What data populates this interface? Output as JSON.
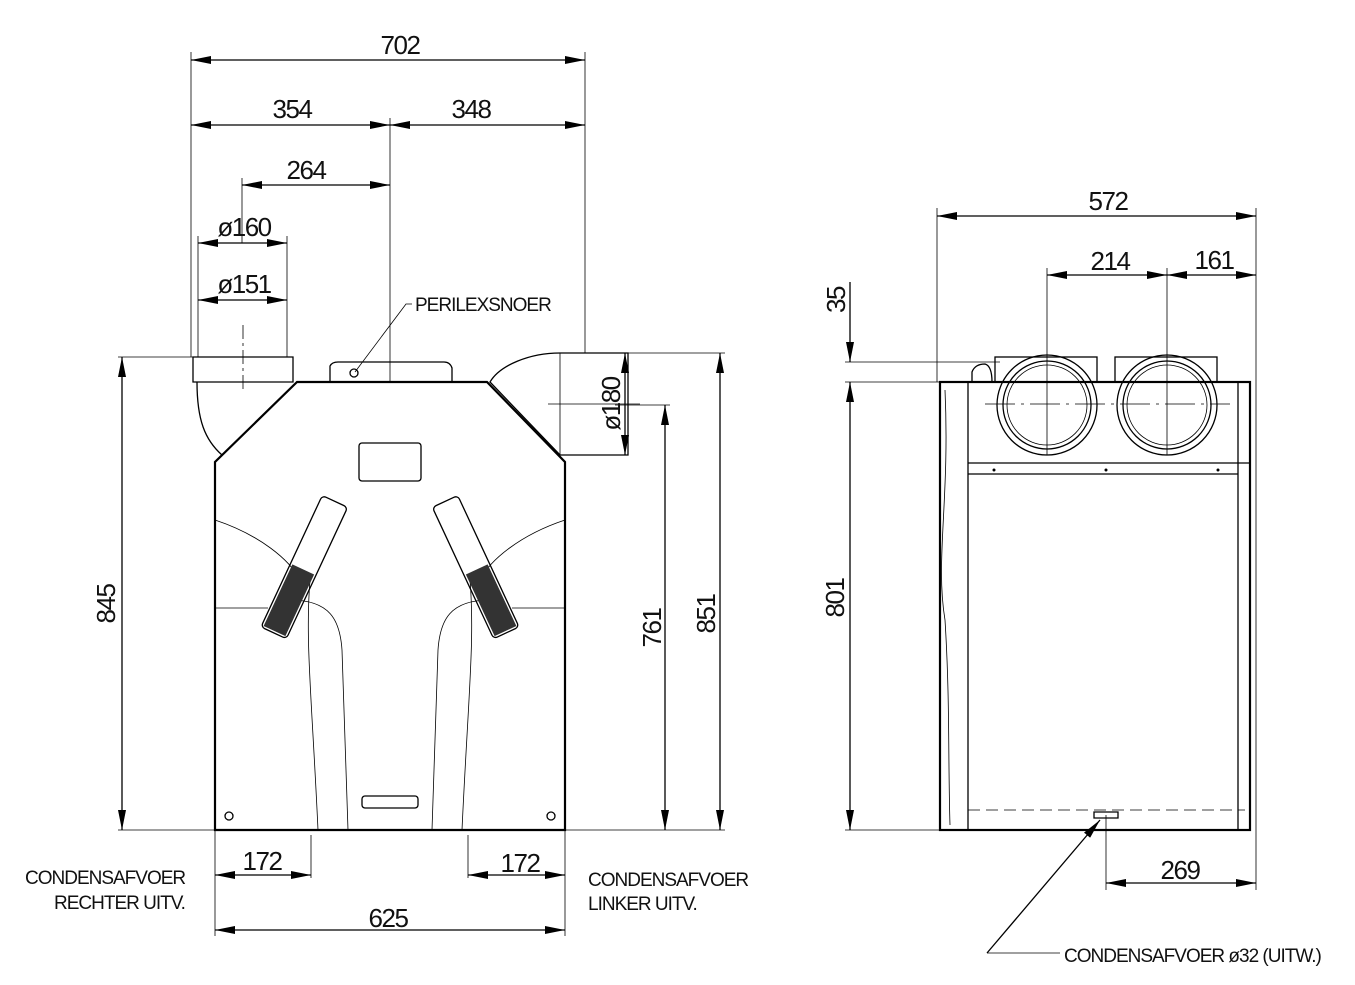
{
  "front_view": {
    "dims": {
      "overall_width_top": "702",
      "left_part": "354",
      "right_part": "348",
      "duct_offset": "264",
      "duct_outer_dia": "ø160",
      "duct_inner_dia": "ø151",
      "height_left": "845",
      "height_inner": "761",
      "height_right": "851",
      "side_duct_dia": "ø180",
      "condensate_left": "172",
      "condensate_right": "172",
      "base_width": "625"
    },
    "labels": {
      "cord": "PERILEXSNOER",
      "condensate_right_1": "CONDENSAFVOER",
      "condensate_right_2": "RECHTER UITV.",
      "condensate_left_1": "CONDENSAFVOER",
      "condensate_left_2": "LINKER UITV."
    }
  },
  "side_view": {
    "dims": {
      "depth": "572",
      "duct_spacing": "214",
      "duct_edge": "161",
      "top_offset": "35",
      "height": "801",
      "drain_offset": "269"
    },
    "labels": {
      "drain": "CONDENSAFVOER ø32 (UITW.)"
    }
  }
}
